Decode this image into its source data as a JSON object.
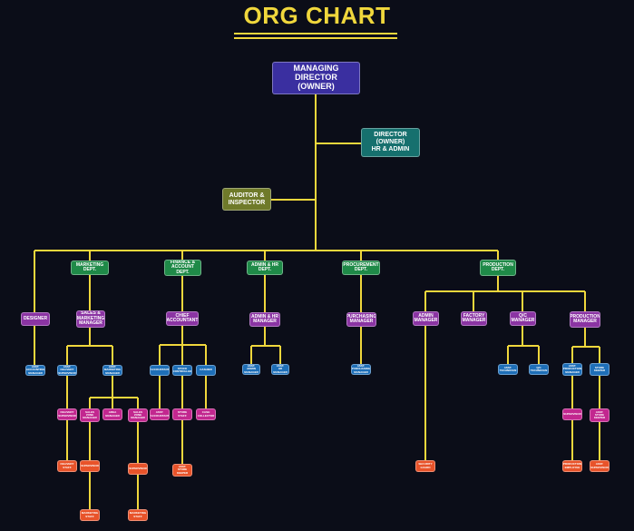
{
  "title": "ORG CHART",
  "colors": {
    "connector": "#f0d73c",
    "executive": "#3a2fa0",
    "director": "#16706e",
    "auditor": "#6f7a2a",
    "department": "#1f8a48",
    "manager": "#8b34a3",
    "staff_blue": "#1e6fb8",
    "staff_magenta": "#c2278f",
    "staff_orange": "#e8532a"
  },
  "nodes": {
    "managing_director": "MANAGING\nDIRECTOR\n(OWNER)",
    "director_hr_admin": "DIRECTOR\n(OWNER)\nHR & ADMIN",
    "auditor": "AUDITOR &\nINSPECTOR",
    "dept_marketing": "MARKETING\nDEPT.",
    "dept_finance": "FINANCE &\nACCOUNT\nDEPT.",
    "dept_admin_hr": "ADMIN & HR\nDEPT.",
    "dept_procurement": "PROCUREMENT\nDEPT.",
    "dept_production": "PRODUCTION\nDEPT.",
    "designer": "DESIGNER",
    "sales_marketing_manager": "SALES &\nMARKETING\nMANAGER",
    "chief_accountant": "CHIEF\nACCOUNTANT",
    "admin_hr_manager": "ADMIN & HR\nMANAGER",
    "purchasing_manager": "PURCHASING\nMANAGER",
    "admin_manager": "ADMIN\nMANAGER",
    "factory_manager": "FACTORY\nMANAGER",
    "qc_manager": "Q/C\nMANAGER",
    "production_manager": "PRODUCTION\nMANAGER",
    "asst_accounting_manager": "ASST.\nACCOUNTING\nMANAGER",
    "asst_delivery_supervisor": "ASST.\nDELIVERY\nSUPERVISOR",
    "asst_marketing_manager": "ASST.\nMARKETING\nMANAGER",
    "accountant": "ACCOUNTANT",
    "stock_controller": "STOCK\nCONTROLLER",
    "cashier": "CASHIER",
    "asst_admin_manager": "ASST.\nADMIN\nMANAGER",
    "asst_hr_manager": "ASST.\nHR\nMANAGER",
    "asst_purchasing_manager": "ASST.\nPURCHASING\nMANAGER",
    "asst_technician": "ASST.\nTECHNICIAN",
    "qc_technician": "Q/C\nTECHNICIAN",
    "asst_production_manager": "ASST.\nPRODUCTION\nMANAGER",
    "store_keeper": "STORE\nKEEPER",
    "delivery_supervisor": "DELIVERY\nSUPERVISOR",
    "sales_zone_manager_1": "SALES\nZONE\nMANAGER",
    "area_manager": "AREA\nMANAGER",
    "sales_zone_manager_2": "SALES\nZONE\nMANAGER",
    "asst_accountant": "ASST.\nACCOUNTANT",
    "store_staff": "STORE\nSTAFF",
    "cash_collector": "CASH\nCOLLECTOR",
    "supervisor_production": "SUPERVISOR",
    "asst_store_keeper": "ASST.\nSTORE\nKEEPER",
    "delivery_staff": "DELIVERY\nSTAFF",
    "supervisor_sales_1": "SUPERVISOR",
    "supervisor_sales_2": "SUPERVISOR",
    "asst_store_keeper_fin": "ASST.\nSTORE\nKEEPER",
    "security_guard": "SECURITY\nGUARD",
    "production_employee": "PRODUCTION\nEMPLOYEE",
    "asst_supervisor": "ASST.\nSUPERVISOR",
    "marketing_staff_1": "MARKETING\nSTAFF",
    "marketing_staff_2": "MARKETING\nSTAFF"
  }
}
